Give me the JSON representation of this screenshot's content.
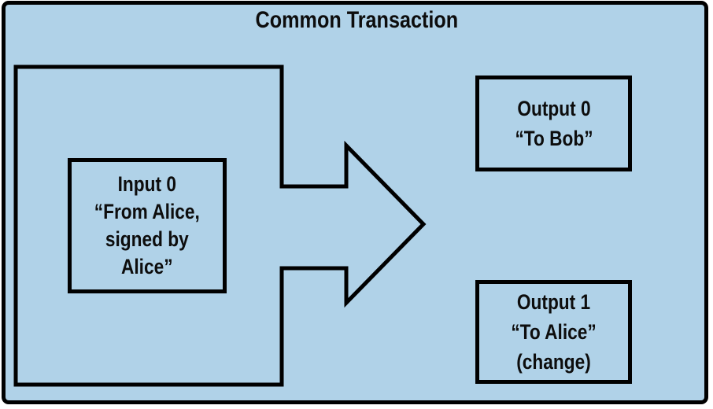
{
  "title": "Common Transaction",
  "colors": {
    "panel_background": "#b0d2e8",
    "stroke": "#000000",
    "text": "#0d0d0d",
    "page_background": "#ffffff"
  },
  "icons": {
    "flow_arrow": "right-arrow"
  },
  "boxes": {
    "input0": {
      "lines": [
        "Input 0",
        "“From Alice,",
        "signed by",
        "Alice”"
      ]
    },
    "output0": {
      "lines": [
        "Output 0",
        "“To Bob”"
      ]
    },
    "output1": {
      "lines": [
        "Output 1",
        "“To Alice”",
        "(change)"
      ]
    }
  }
}
